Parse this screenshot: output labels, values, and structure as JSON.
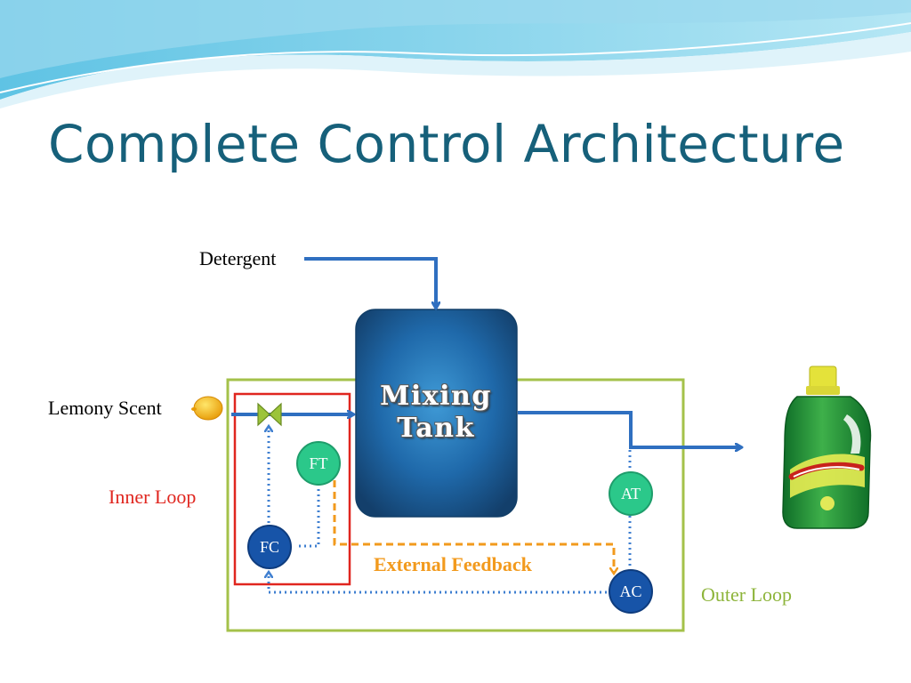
{
  "slide": {
    "title": "Complete Control Architecture"
  },
  "diagram": {
    "inputs": {
      "detergent": "Detergent",
      "lemony_scent": "Lemony Scent"
    },
    "tank": {
      "label_line1": "Mixing",
      "label_line2": "Tank"
    },
    "instruments": {
      "ft": "FT",
      "fc": "FC",
      "at": "AT",
      "ac": "AC"
    },
    "loops": {
      "inner": "Inner Loop",
      "outer": "Outer Loop",
      "external_feedback": "External Feedback"
    },
    "colors": {
      "title": "#16607a",
      "pipe": "#2f6fc0",
      "signal": "#3f7fd0",
      "inner_loop": "#e0261f",
      "outer_loop": "#a4c14a",
      "external_feedback": "#f29a1d",
      "tank": "#1a5d9c",
      "instrument_green": "#2bc88a",
      "instrument_blue": "#1754a8"
    },
    "icons": [
      "lemon-icon",
      "valve-icon",
      "detergent-bottle-icon"
    ]
  }
}
